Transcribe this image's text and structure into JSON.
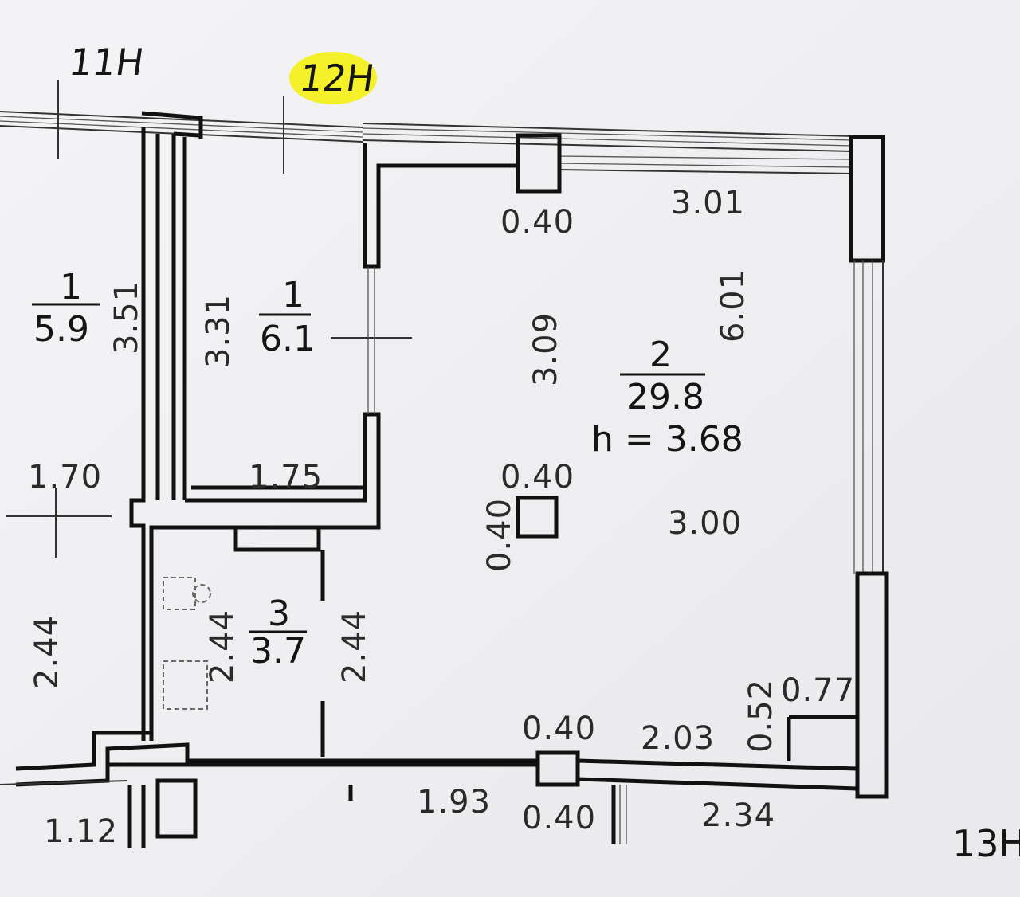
{
  "axes": {
    "a11": "11Н",
    "a12": "12Н",
    "a13": "13Н"
  },
  "rooms": {
    "r_left": {
      "num": "1",
      "area": "5.9"
    },
    "r_mid": {
      "num": "1",
      "area": "6.1"
    },
    "r_main": {
      "num": "2",
      "area": "29.8",
      "height": "h = 3.68"
    },
    "r_bath": {
      "num": "3",
      "area": "3.7"
    }
  },
  "dims": {
    "d_040_top": "0.40",
    "d_301": "3.01",
    "d_351": "3.51",
    "d_331": "3.31",
    "d_309": "3.09",
    "d_601": "6.01",
    "d_170": "1.70",
    "d_175": "1.75",
    "d_040_col": "0.40",
    "d_040_col_v": "0.40",
    "d_300": "3.00",
    "d_244_left": "2.44",
    "d_244_bath": "2.44",
    "d_244_mid": "2.44",
    "d_052": "0.52",
    "d_077": "0.77",
    "d_040_bot": "0.40",
    "d_203": "2.03",
    "d_112": "1.12",
    "d_193": "1.93",
    "d_040_low": "0.40",
    "d_234": "2.34"
  },
  "colors": {
    "paper": "#f1f1f3",
    "ink": "#111111",
    "highlight": "#f4f02a"
  }
}
